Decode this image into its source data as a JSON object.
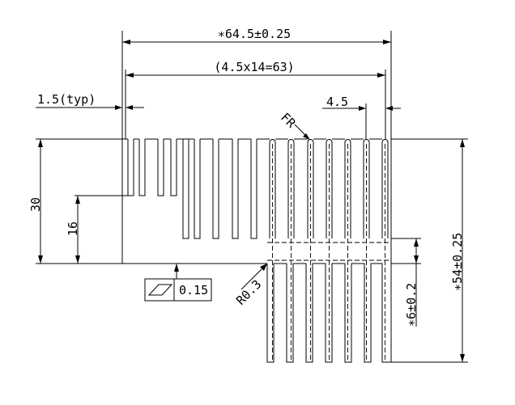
{
  "drawing": {
    "dims": {
      "overall_width": "∗64.5±0.25",
      "pitch_total": "(4.5x14=63)",
      "fin_thickness": "1.5(typ)",
      "pitch": "4.5",
      "radius_full": "FR",
      "base_height": "30",
      "short_fin_height": "16",
      "overall_height": "∗54±0.25",
      "lower_fin_height": "∗6±0.2",
      "root_radius": "R0.3",
      "flatness_value": "0.15"
    },
    "icons": {
      "flatness": "flatness-symbol-icon"
    }
  }
}
